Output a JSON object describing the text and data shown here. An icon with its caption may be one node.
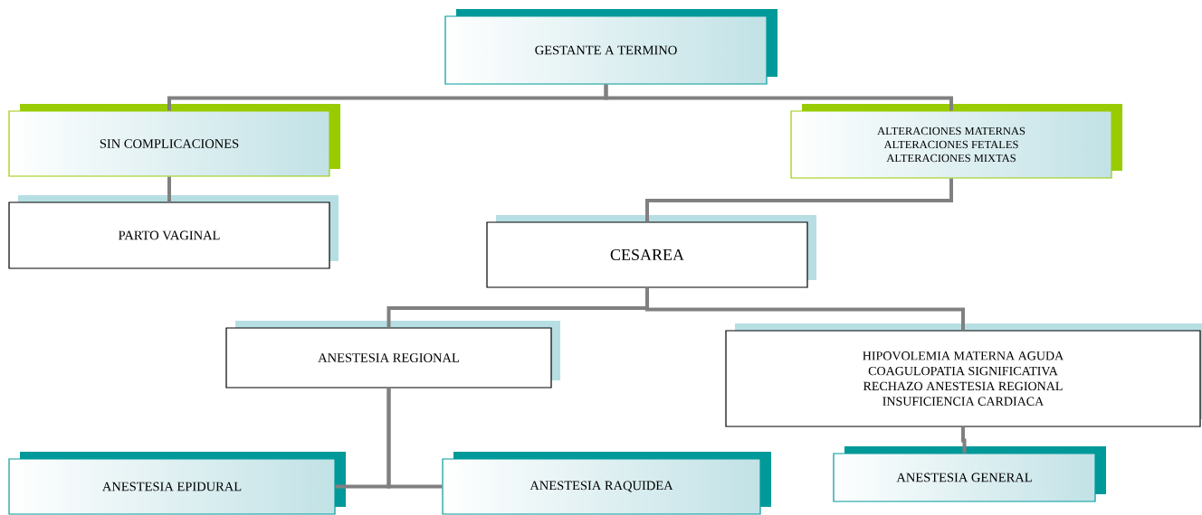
{
  "diagram": {
    "nodes": [
      {
        "text": [
          "GESTANTE A TERMINO"
        ]
      },
      {
        "text": [
          "SIN COMPLICACIONES"
        ]
      },
      {
        "text": [
          "ALTERACIONES MATERNAS",
          "ALTERACIONES FETALES",
          "ALTERACIONES MIXTAS"
        ]
      },
      {
        "text": [
          "PARTO VAGINAL"
        ]
      },
      {
        "text": [
          "CESAREA"
        ]
      },
      {
        "text": [
          "ANESTESIA REGIONAL"
        ]
      },
      {
        "text": [
          "HIPOVOLEMIA MATERNA AGUDA",
          "COAGULOPATIA SIGNIFICATIVA",
          "RECHAZO ANESTESIA REGIONAL",
          "INSUFICIENCIA CARDIACA"
        ]
      },
      {
        "text": [
          "ANESTESIA EPIDURAL"
        ]
      },
      {
        "text": [
          "ANESTESIA RAQUIDEA"
        ]
      },
      {
        "text": [
          "ANESTESIA GENERAL"
        ]
      }
    ],
    "edges": [
      {
        "from": 0,
        "to": 1,
        "arrow": "none"
      },
      {
        "from": 0,
        "to": 2,
        "arrow": "none"
      },
      {
        "from": 1,
        "to": 3,
        "arrow": "none"
      },
      {
        "from": 2,
        "to": 4,
        "arrow": "none"
      },
      {
        "from": 4,
        "to": 5,
        "arrow": "none"
      },
      {
        "from": 4,
        "to": 6,
        "arrow": "none"
      },
      {
        "from": 5,
        "to": 7,
        "arrow": "none"
      },
      {
        "from": 5,
        "to": 8,
        "arrow": "none"
      },
      {
        "from": 6,
        "to": 9,
        "arrow": "none"
      }
    ]
  }
}
